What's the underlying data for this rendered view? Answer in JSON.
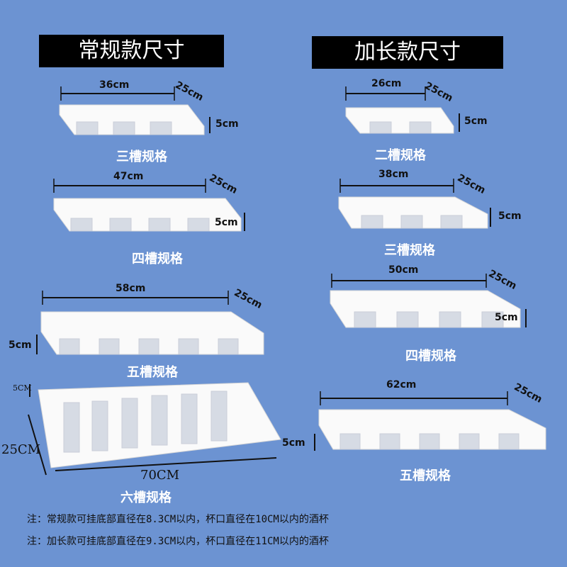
{
  "headers": {
    "regular": "常规款尺寸",
    "extended": "加长款尺寸"
  },
  "regular": [
    {
      "name": "三槽规格",
      "length": "36cm",
      "width": "25cm",
      "height": "5cm",
      "slots": 3
    },
    {
      "name": "四槽规格",
      "length": "47cm",
      "width": "25cm",
      "height": "5cm",
      "slots": 4
    },
    {
      "name": "五槽规格",
      "length": "58cm",
      "width": "25cm",
      "height": "5cm",
      "slots": 5
    },
    {
      "name": "六槽规格",
      "length": "70CM",
      "width": "25CM",
      "height": "5CM",
      "slots": 6
    }
  ],
  "extended": [
    {
      "name": "二槽规格",
      "length": "26cm",
      "width": "25cm",
      "height": "5cm",
      "slots": 2
    },
    {
      "name": "三槽规格",
      "length": "38cm",
      "width": "25cm",
      "height": "5cm",
      "slots": 3
    },
    {
      "name": "四槽规格",
      "length": "50cm",
      "width": "25cm",
      "height": "5cm",
      "slots": 4
    },
    {
      "name": "五槽规格",
      "length": "62cm",
      "width": "25cm",
      "height": "5cm",
      "slots": 5
    }
  ],
  "notes": [
    "注：常规款可挂底部直径在8.3CM以内，杯口直径在10CM以内的酒杯",
    "注：加长款可挂底部直径在9.3CM以内，杯口直径在11CM以内的酒杯"
  ]
}
